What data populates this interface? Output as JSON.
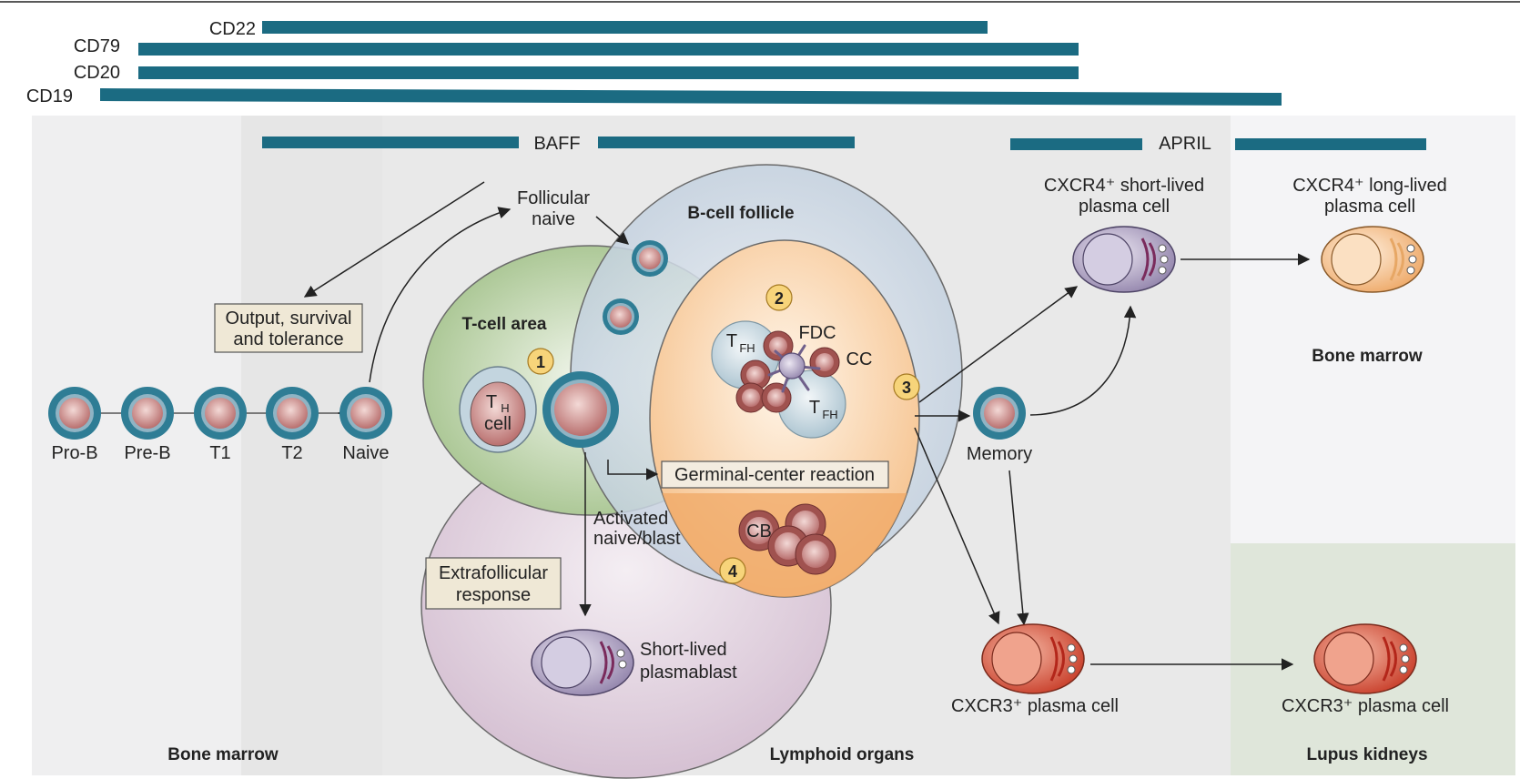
{
  "markers": [
    "CD22",
    "CD79",
    "CD20",
    "CD19"
  ],
  "factors": [
    "BAFF",
    "APRIL"
  ],
  "regions": {
    "bone_marrow_left": "Bone marrow",
    "lymphoid": "Lymphoid organs",
    "bone_marrow_right": "Bone marrow",
    "lupus": "Lupus kidneys"
  },
  "stages": [
    "Pro-B",
    "Pre-B",
    "T1",
    "T2",
    "Naive"
  ],
  "labels": {
    "follicular_naive_1": "Follicular",
    "follicular_naive_2": "naive",
    "output_box_1": "Output, survival",
    "output_box_2": "and tolerance",
    "tcell_area": "T-cell area",
    "bcell_follicle": "B-cell follicle",
    "th_cell_main": "T",
    "th_cell_sub": "H",
    "th_cell_word": "cell",
    "tfh_main": "T",
    "tfh_sub": "FH",
    "fdc": "FDC",
    "cc": "CC",
    "cb": "CB",
    "gc_reaction": "Germinal-center reaction",
    "activated_1": "Activated",
    "activated_2": "naive/blast",
    "extrafollicular_1": "Extrafollicular",
    "extrafollicular_2": "response",
    "short_plasmablast_1": "Short-lived",
    "short_plasmablast_2": "plasmablast",
    "memory": "Memory",
    "cxcr4_short_1": "CXCR4⁺ short-lived",
    "cxcr4_short_2": "plasma cell",
    "cxcr4_long_1": "CXCR4⁺ long-lived",
    "cxcr4_long_2": "plasma cell",
    "cxcr3_mid": "CXCR3⁺ plasma cell",
    "cxcr3_right": "CXCR3⁺ plasma cell"
  },
  "steps": [
    "1",
    "2",
    "3",
    "4"
  ],
  "colors": {
    "bar": "#1b6b82",
    "cell_outer": "#2f7d95",
    "cell_inner": "#c98a8a",
    "tcell_area": "#a9c48f",
    "follicle": "#c6d3e0",
    "gc": "#f6c99a",
    "extrafollicular": "#d9c6d6",
    "step_badge": "#f7d47a",
    "plasma_red": "#d9503a",
    "plasma_purple": "#a293b8",
    "plasma_orange": "#f1b77e",
    "lupus_bg": "#dde5d6"
  }
}
